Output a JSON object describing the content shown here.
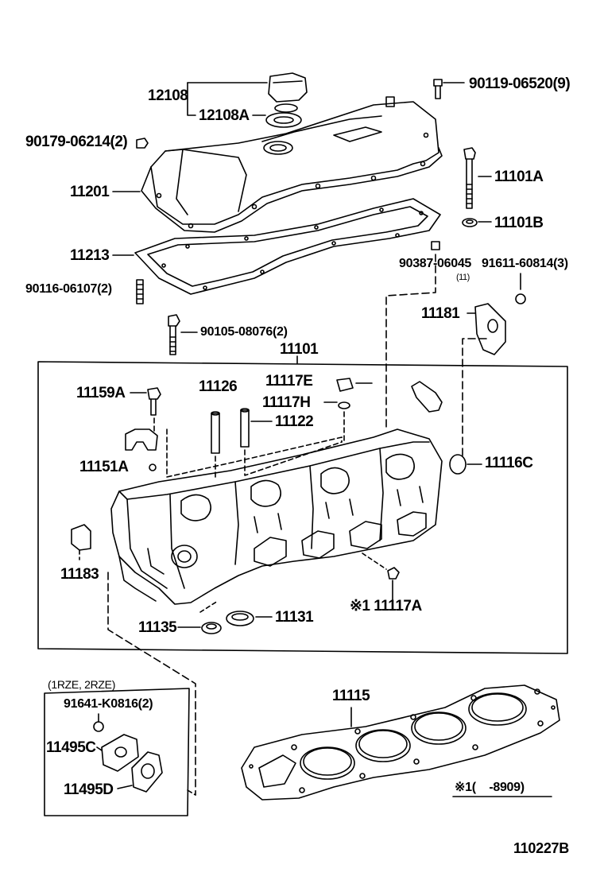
{
  "labels": {
    "p12108": "12108",
    "p12108A": "12108A",
    "p90119": "90119-06520(9)",
    "p90179": "90179-06214(2)",
    "p11201": "11201",
    "p11101A": "11101A",
    "p11101B": "11101B",
    "p11213": "11213",
    "p90387": "90387-06045",
    "p90387qty": "(11)",
    "p91611": "91611-60814(3)",
    "p90116": "90116-06107(2)",
    "p11181": "11181",
    "p90105": "90105-08076(2)",
    "p11101": "11101",
    "p11159A": "11159A",
    "p11126": "11126",
    "p11117E": "11117E",
    "p11117H": "11117H",
    "p11122": "11122",
    "p11151A": "11151A",
    "p11116C": "11116C",
    "p11183": "11183",
    "p11117A": "※1 11117A",
    "p11135": "11135",
    "p11131": "11131",
    "engine_note": "(1RZE, 2RZE)",
    "p91641": "91641-K0816(2)",
    "p11495C": "11495C",
    "p11495D": "11495D",
    "p11115": "11115",
    "footnote": "※1(    -8909)",
    "diagram_code": "110227B"
  }
}
